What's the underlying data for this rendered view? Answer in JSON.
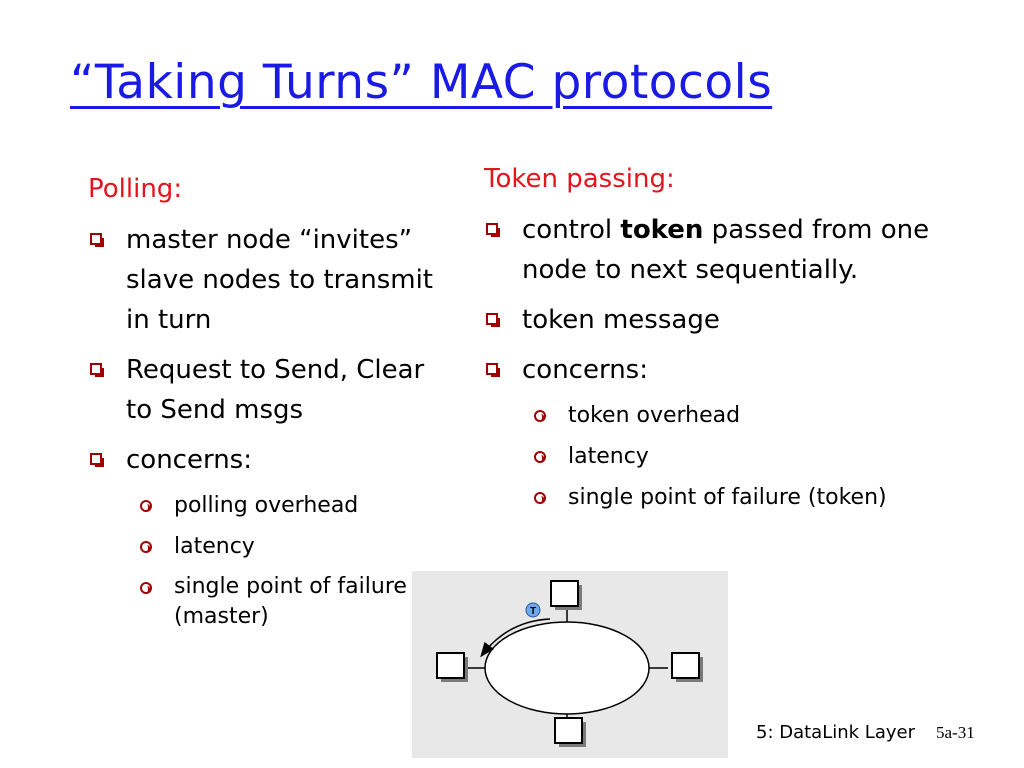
{
  "slide": {
    "title": "“Taking Turns” MAC protocols",
    "left": {
      "heading": "Polling:",
      "items": [
        {
          "text": "master node “invites” slave nodes to transmit in turn"
        },
        {
          "text": "Request to Send, Clear to Send msgs"
        },
        {
          "text": "concerns:"
        }
      ],
      "subitems": [
        "polling overhead",
        "latency",
        "single point of failure (master)"
      ]
    },
    "right": {
      "heading": "Token passing:",
      "item1": {
        "before": "control ",
        "bold": "token",
        "after": " passed from one node to next sequentially."
      },
      "items": [
        {
          "text": "token message"
        },
        {
          "text": "concerns:"
        }
      ],
      "subitems": [
        "token overhead",
        "latency",
        "single point of failure (token)"
      ]
    },
    "diagram": {
      "token_label": "T",
      "token_color": "#6fa8e8"
    },
    "footer": {
      "layer": "5: DataLink Layer",
      "page": "5a-31"
    },
    "colors": {
      "title": "#1a1ae6",
      "heading": "#e6141e",
      "bullet": "#a00000",
      "diagram_bg": "#e8e8e8"
    }
  }
}
